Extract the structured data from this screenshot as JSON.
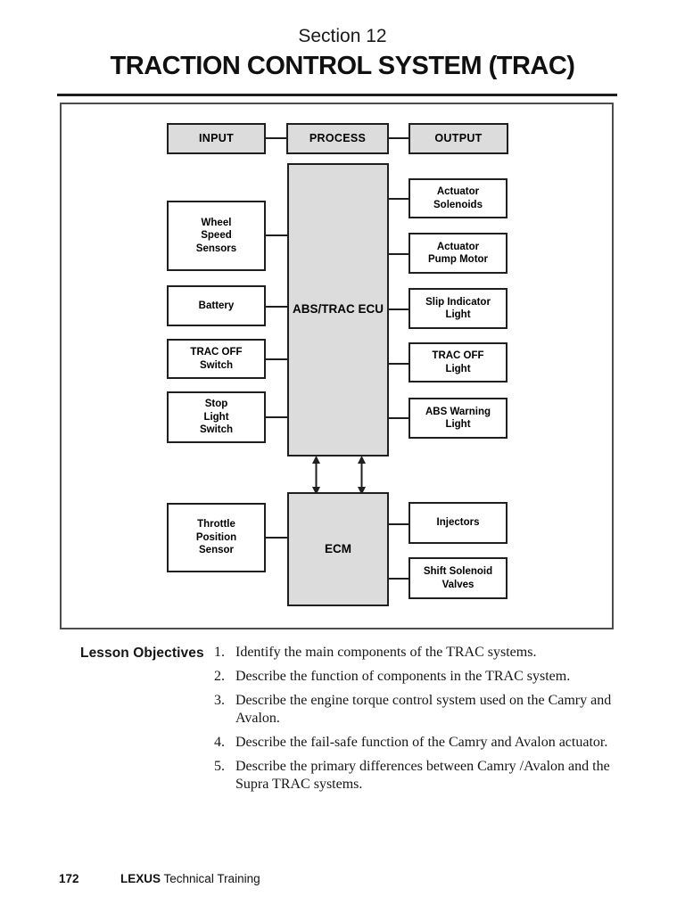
{
  "header": {
    "section": "Section 12",
    "title": "TRACTION CONTROL SYSTEM (TRAC)"
  },
  "diagram": {
    "flow_row": [
      "INPUT",
      "PROCESS",
      "OUTPUT"
    ],
    "ecu": "ABS/TRAC ECU",
    "ecm": "ECM",
    "ecu_inputs": [
      "Wheel\nSpeed\nSensors",
      "Battery",
      "TRAC OFF\nSwitch",
      "Stop\nLight\nSwitch"
    ],
    "ecu_outputs": [
      "Actuator\nSolenoids",
      "Actuator\nPump Motor",
      "Slip Indicator\nLight",
      "TRAC OFF\nLight",
      "ABS Warning\nLight"
    ],
    "ecm_inputs": [
      "Throttle\nPosition\nSensor"
    ],
    "ecm_outputs": [
      "Injectors",
      "Shift Solenoid\nValves"
    ],
    "colors": {
      "box_fill_gray": "#dcdcdc",
      "box_border": "#1f1f1f",
      "frame_border": "#4d4d4d",
      "connector_line": "#1f1f1f"
    }
  },
  "objectives": {
    "heading": "Lesson Objectives",
    "items": [
      {
        "num": "1.",
        "text": "Identify the main components of the TRAC systems."
      },
      {
        "num": "2.",
        "text": "Describe the function of components in the TRAC system."
      },
      {
        "num": "3.",
        "text": "Describe the engine torque control system used on the Camry and\nAvalon."
      },
      {
        "num": "4.",
        "text": "Describe the fail-safe function of the Camry and Avalon actuator."
      },
      {
        "num": "5.",
        "text": "Describe the primary differences between Camry /Avalon and the\nSupra TRAC systems."
      }
    ]
  },
  "footer": {
    "page_number": "172",
    "brand": "LEXUS",
    "brand_suffix": "Technical Training"
  }
}
